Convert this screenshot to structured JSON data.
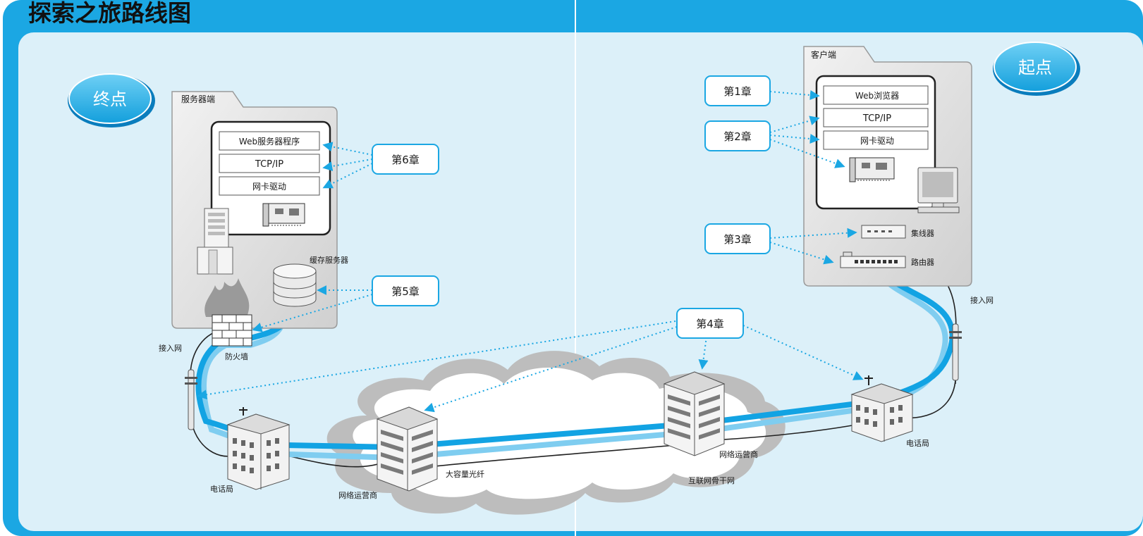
{
  "title": "探索之旅路线图",
  "badges": {
    "end": "终点",
    "start": "起点"
  },
  "server": {
    "label": "服务器端",
    "stack": [
      "Web服务器程序",
      "TCP/IP",
      "网卡驱动"
    ],
    "cache": "缓存服务器",
    "firewall": "防火墙",
    "access": "接入网",
    "phone": "电话局",
    "isp": "网络运营商"
  },
  "client": {
    "label": "客户端",
    "stack": [
      "Web浏览器",
      "TCP/IP",
      "网卡驱动"
    ],
    "hub": "集线器",
    "router": "路由器",
    "access": "接入网",
    "phone": "电话局",
    "isp": "网络运营商"
  },
  "network": {
    "fiber": "大容量光纤",
    "backbone": "互联网骨干网"
  },
  "chapters": {
    "ch1": "第1章",
    "ch2": "第2章",
    "ch3": "第3章",
    "ch4": "第4章",
    "ch5": "第5章",
    "ch6": "第6章"
  },
  "colors": {
    "frame": "#1ba7e3",
    "panel": "#dcf0f9",
    "route_dark": "#12a3e3",
    "route_light": "#7fcdf0"
  }
}
